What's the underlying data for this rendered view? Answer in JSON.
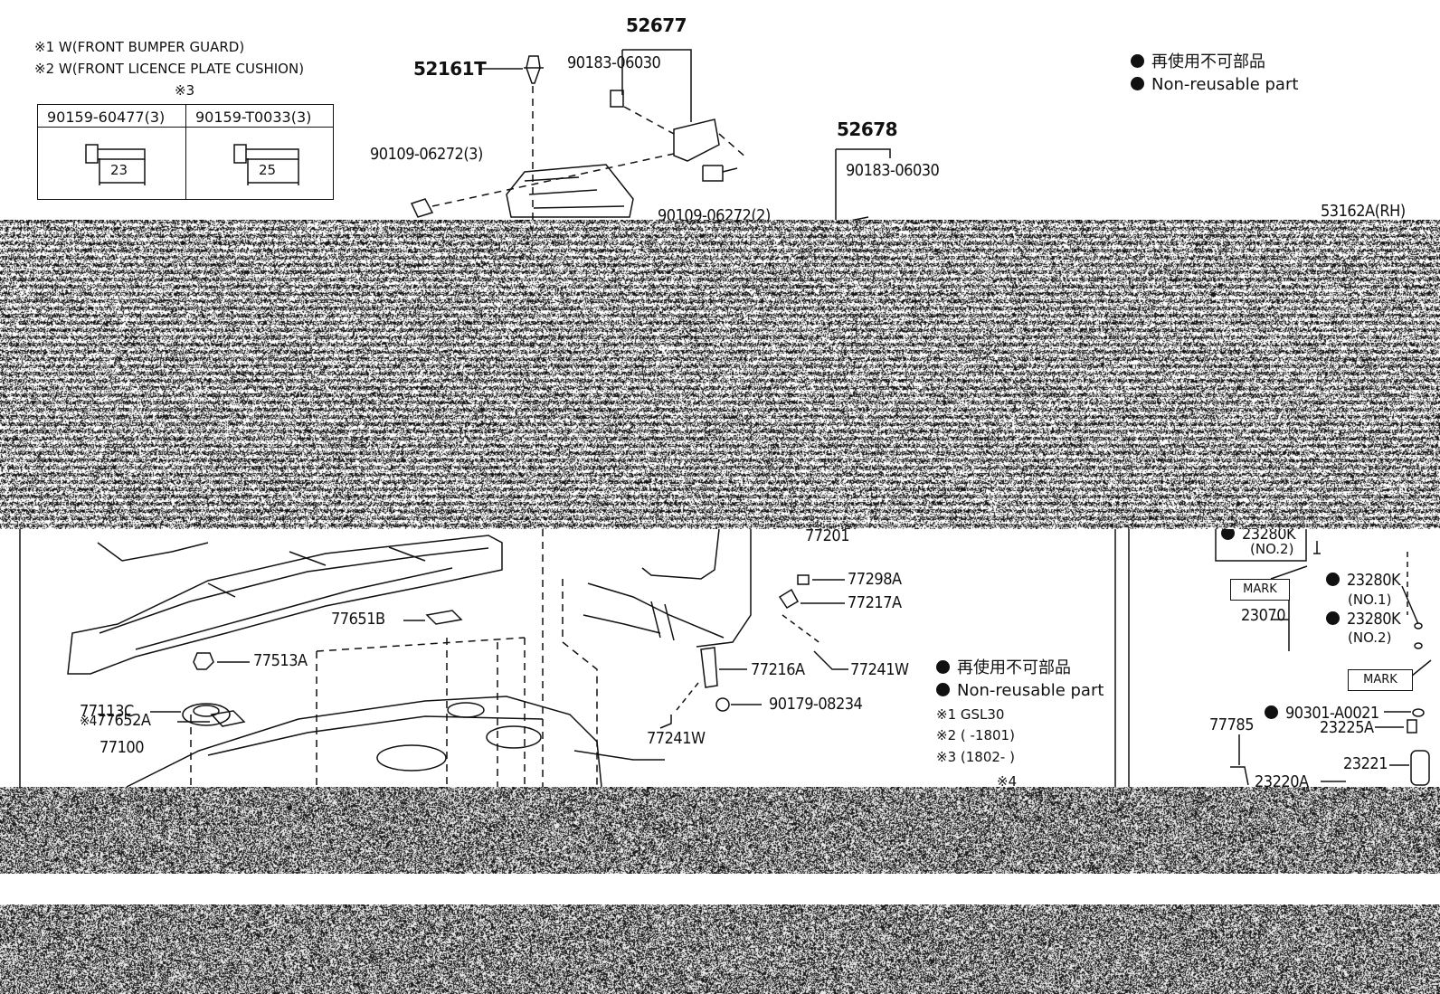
{
  "top_notes": {
    "note1": "※1 W(FRONT BUMPER GUARD)",
    "note2": "※2 W(FRONT LICENCE PLATE CUSHION)",
    "note3_marker": "※3"
  },
  "bolt_table": {
    "col1_header": "90159-60477(3)",
    "col2_header": "90159-T0033(3)",
    "col1_length": "23",
    "col2_length": "25"
  },
  "legend_top": {
    "japanese": "再使用不可部品",
    "english": "Non-reusable part"
  },
  "legend_mid": {
    "japanese": "再使用不可部品",
    "english": "Non-reusable part",
    "note1": "※1 GSL30",
    "note2": "※2 (      -1801)",
    "note3": "※3 (1802-      )",
    "note4_marker": "※4"
  },
  "parts_top": {
    "p52677": "52677",
    "p52161T": "52161T",
    "p90183a": "90183-06030",
    "p90109a": "90109-06272(3)",
    "p90109b": "90109-06272(2)",
    "p52678": "52678",
    "p90183b": "90183-06030",
    "p53162A": "53162A(RH)"
  },
  "parts_bottom": {
    "p77201": "77201",
    "p77298A": "77298A",
    "p77217A": "77217A",
    "p77651B": "77651B",
    "p77513A": "77513A",
    "p77113C": "77113C",
    "p77652A": "77652A",
    "p77652A_marker": "※4",
    "p77100": "77100",
    "p77216A": "77216A",
    "p77241W_a": "77241W",
    "p90179": "90179-08234",
    "p77241W_b": "77241W",
    "p23280K_top": "23280K",
    "p23280K_top_no": "(NO.2)",
    "p23280K_1": "23280K",
    "p23280K_1_no": "(NO.1)",
    "p23070": "23070",
    "p23280K_2": "23280K",
    "p23280K_2_no": "(NO.2)",
    "mark1": "MARK",
    "mark2": "MARK",
    "p90301": "90301-A0021",
    "p77785": "77785",
    "p23225A": "23225A",
    "p23221": "23221",
    "p23220A": "23220A"
  },
  "colors": {
    "ink": "#111111",
    "paper": "#ffffff"
  }
}
